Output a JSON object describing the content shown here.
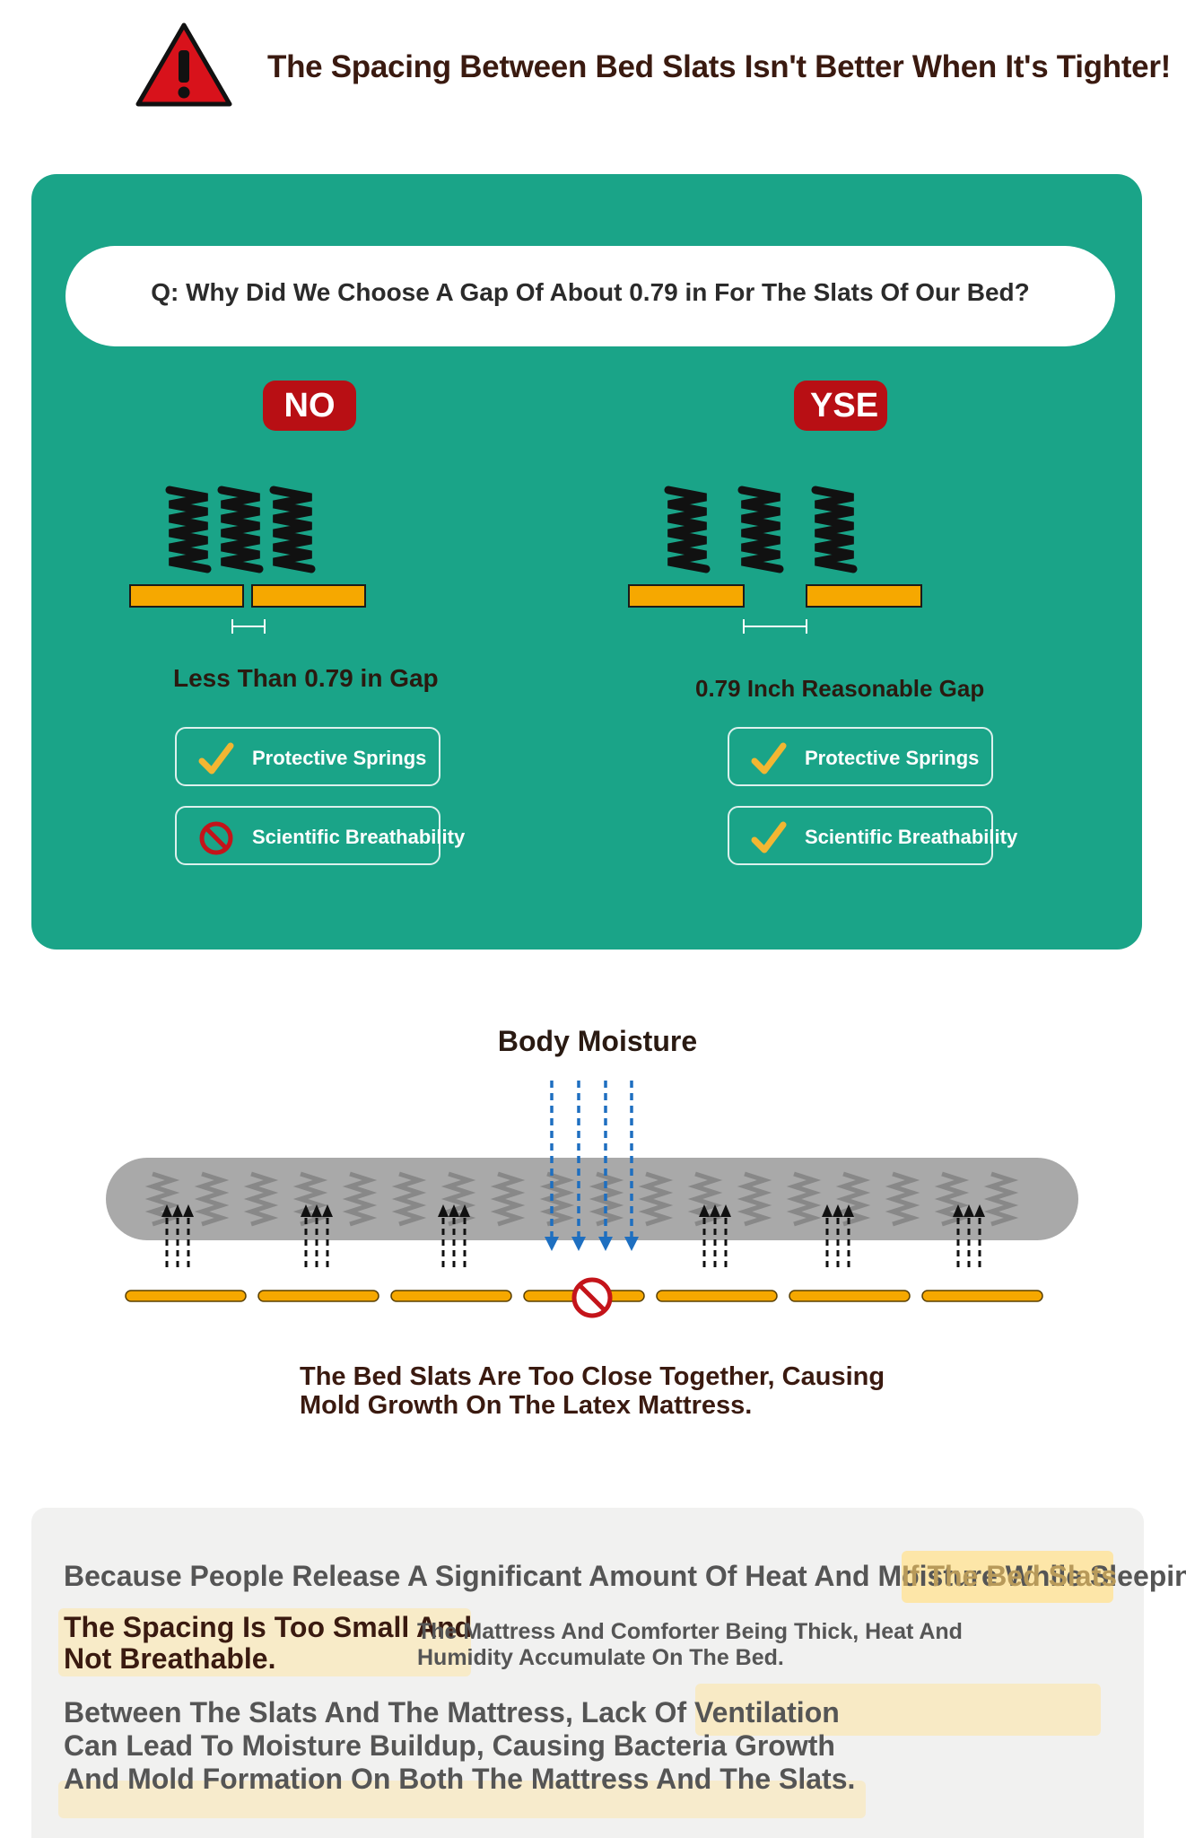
{
  "header": {
    "title": "The Spacing Between Bed Slats Isn't Better When It's Tighter!"
  },
  "panel": {
    "question": "Q: Why Did We Choose A Gap Of About 0.79 in For The Slats Of Our Bed?",
    "no": {
      "badge": "NO",
      "gap_label": "Less Than 0.79 in Gap",
      "features": [
        {
          "label": "Protective Springs",
          "status": "check"
        },
        {
          "label": "Scientific Breathability",
          "status": "prohibited"
        }
      ]
    },
    "yes": {
      "badge": "YSE",
      "gap_label": "0.79 Inch Reasonable Gap",
      "features": [
        {
          "label": "Protective Springs",
          "status": "check"
        },
        {
          "label": "Scientific Breathability",
          "status": "check"
        }
      ]
    }
  },
  "moisture": {
    "title": "Body Moisture",
    "caption_line1": "The Bed Slats Are Too Close Together, Causing",
    "caption_line2": "Mold Growth On The Latex Mattress."
  },
  "bottom": {
    "line1": "Because People Release A Significant Amount Of Heat And Moisture While Sleeping",
    "tag": "If The Bed Slats",
    "left_line1": "The Spacing Is Too Small And",
    "left_line2": "Not Breathable.",
    "right_line1": "The Mattress And Comforter Being Thick, Heat And",
    "right_line2": "Humidity Accumulate On The Bed.",
    "bottom_line1": "Between The Slats And The Mattress, Lack Of Ventilation",
    "bottom_line2": "Can Lead To Moisture Buildup, Causing Bacteria Growth",
    "bottom_line3": "And Mold Formation On Both The Mattress And The Slats."
  },
  "colors": {
    "panel_green": "#1aa488",
    "badge_red": "#b80f14",
    "slat_orange": "#f6a800",
    "arrow_blue": "#1e6fc0",
    "check_yellow": "#f2b632",
    "prohibit_red": "#c4141a"
  },
  "icons": [
    "warning-triangle-icon",
    "checkmark-icon",
    "prohibited-icon",
    "spring-icon",
    "arrow-down-icon",
    "arrow-up-icon"
  ]
}
